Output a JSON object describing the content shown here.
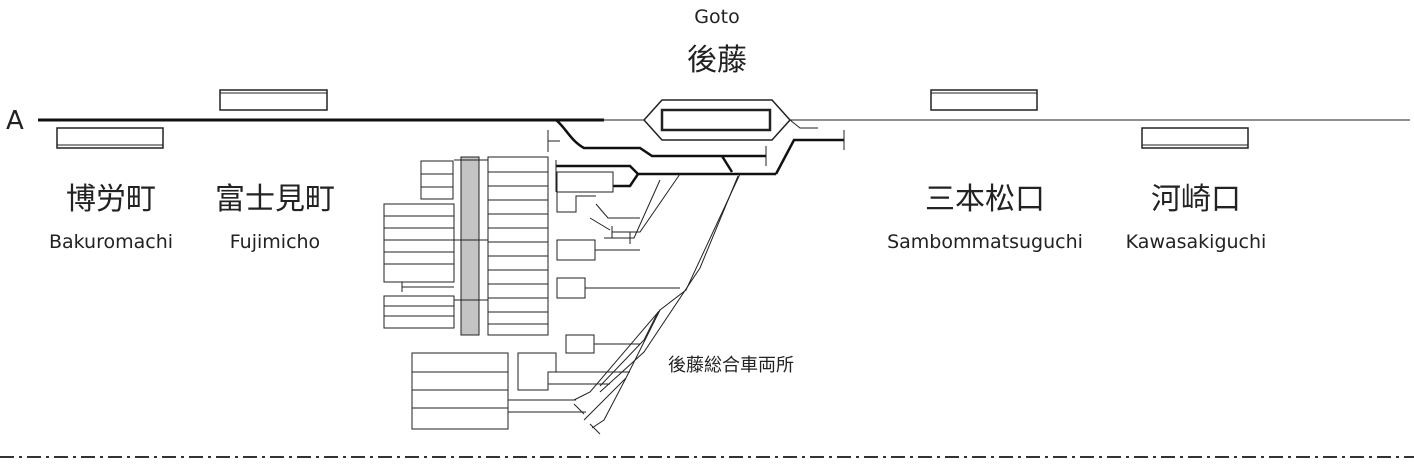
{
  "line": {
    "letter": "A"
  },
  "stations": [
    {
      "id": "bakuromachi",
      "name_ja": "博労町",
      "name_en": "Bakuromachi"
    },
    {
      "id": "fujimicho",
      "name_ja": "富士見町",
      "name_en": "Fujimicho"
    },
    {
      "id": "goto",
      "name_ja": "後藤",
      "name_en": "Goto"
    },
    {
      "id": "sambommatsuguchi",
      "name_ja": "三本松口",
      "name_en": "Sambommatsuguchi"
    },
    {
      "id": "kawasakiguchi",
      "name_ja": "河崎口",
      "name_en": "Kawasakiguchi"
    }
  ],
  "depot": {
    "name": "後藤総合車両所"
  },
  "colors": {
    "line": "#111111",
    "depot_grey": "#c4c4c4"
  }
}
